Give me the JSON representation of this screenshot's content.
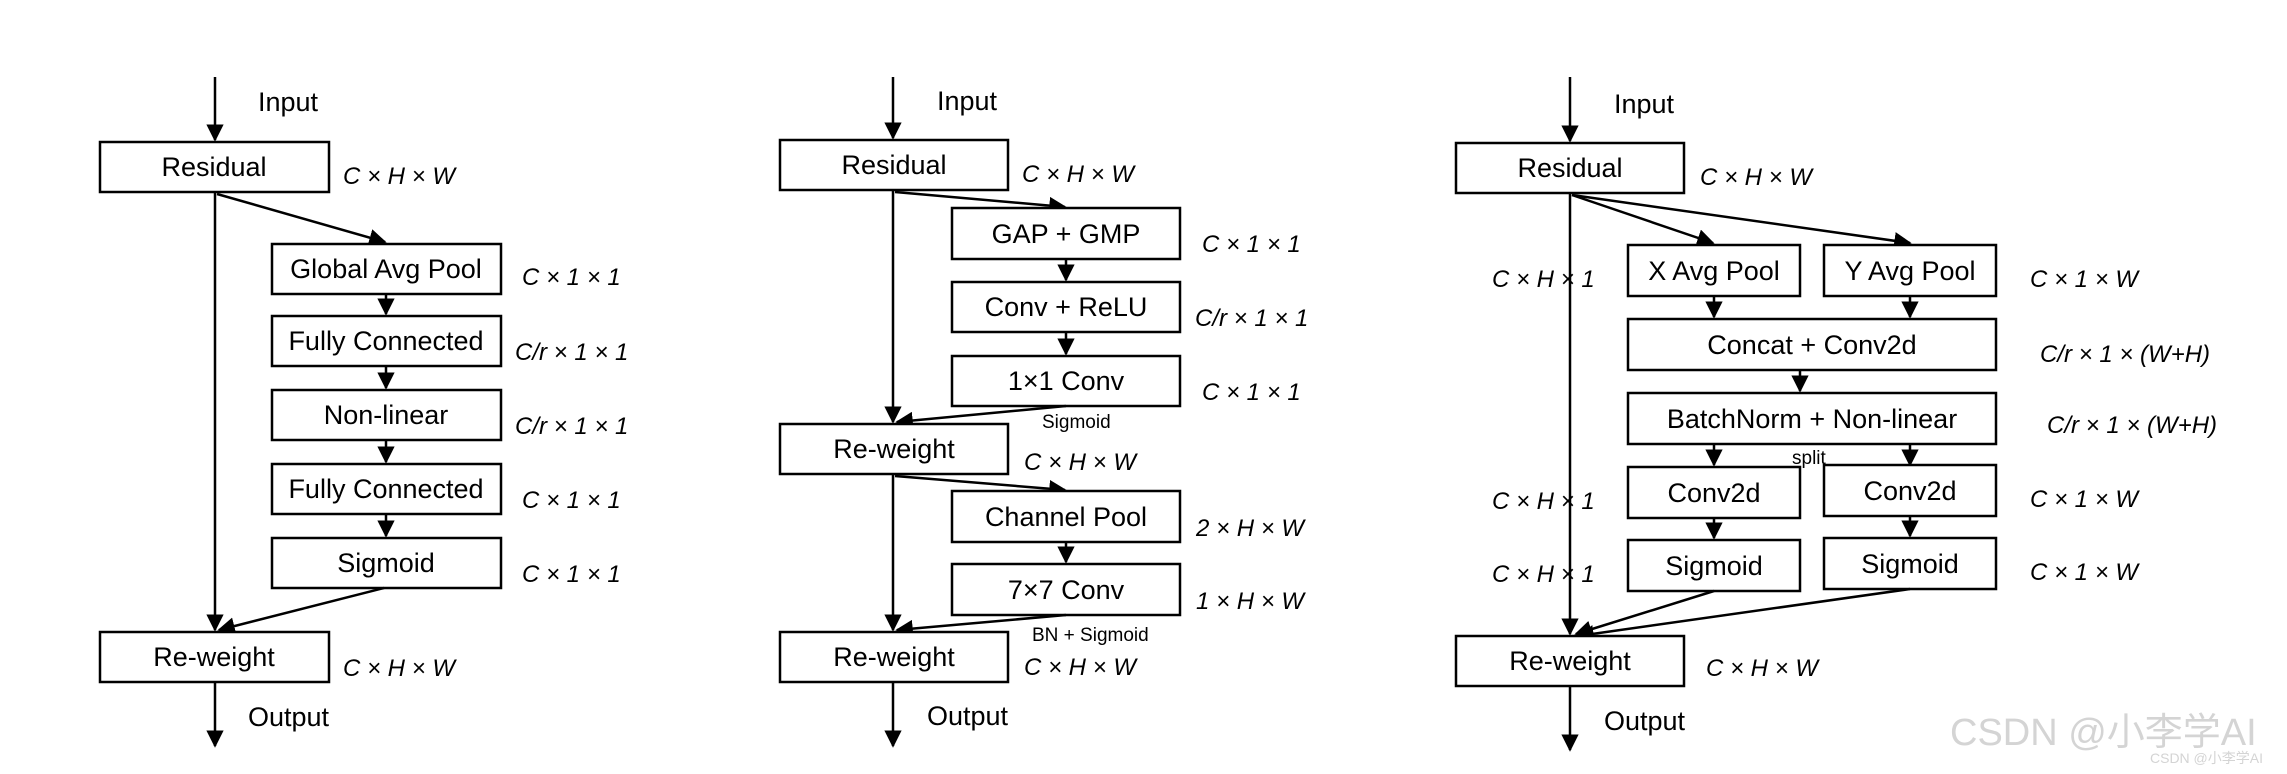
{
  "common": {
    "input": "Input",
    "output": "Output",
    "residual": "Residual",
    "reweight": "Re-weight",
    "chw": "C × H × W"
  },
  "se": {
    "gap": "Global Avg Pool",
    "fc1": "Fully Connected",
    "nonlinear": "Non-linear",
    "fc2": "Fully Connected",
    "sigmoid": "Sigmoid",
    "dim_gap": "C × 1 × 1",
    "dim_fc1": "C/r × 1 × 1",
    "dim_nl": "C/r × 1 × 1",
    "dim_fc2": "C × 1 × 1",
    "dim_sig": "C × 1 × 1"
  },
  "cbam": {
    "gapgmp": "GAP + GMP",
    "convrelu": "Conv + ReLU",
    "conv1": "1×1 Conv",
    "sigmoid_note": "Sigmoid",
    "channelpool": "Channel Pool",
    "conv7": "7×7 Conv",
    "bn_note": "BN + Sigmoid",
    "dim_gapgmp": "C × 1 × 1",
    "dim_convrelu": "C/r × 1 × 1",
    "dim_conv1": "C × 1 × 1",
    "dim_rw1": "C × H × W",
    "dim_cp": "2 × H × W",
    "dim_conv7": "1 × H × W",
    "dim_rw2": "C × H × W"
  },
  "ca": {
    "xpool": "X Avg Pool",
    "ypool": "Y Avg Pool",
    "concat": "Concat + Conv2d",
    "bn": "BatchNorm + Non-linear",
    "split_note": "split",
    "conv2d_left": "Conv2d",
    "conv2d_right": "Conv2d",
    "sig_left": "Sigmoid",
    "sig_right": "Sigmoid",
    "dim_xpool": "C × H × 1",
    "dim_ypool": "C × 1 × W",
    "dim_concat": "C/r × 1 × (W+H)",
    "dim_bn": "C/r × 1 × (W+H)",
    "dim_conv_left": "C × H × 1",
    "dim_conv_right": "C × 1 × W",
    "dim_sig_left": "C × H × 1",
    "dim_sig_right": "C × 1 × W"
  },
  "watermark": {
    "big": "CSDN @小李学AI",
    "small": "CSDN @小李学AI"
  }
}
